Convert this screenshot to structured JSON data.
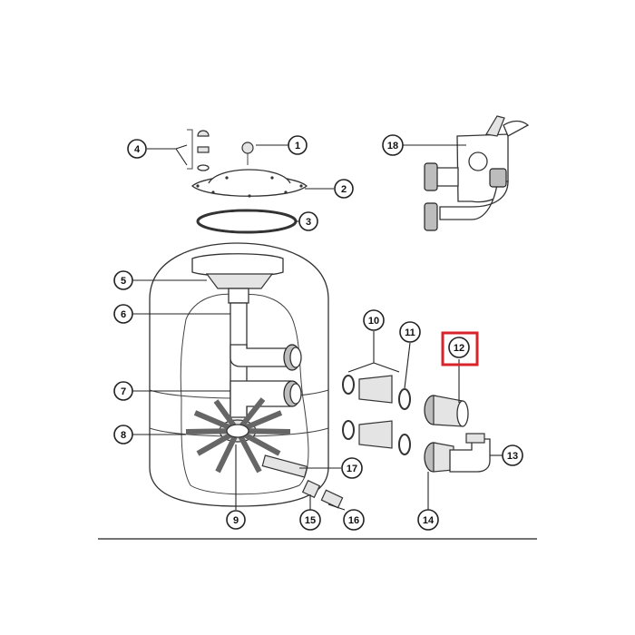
{
  "callouts": [
    {
      "id": "c1",
      "label": "1"
    },
    {
      "id": "c2",
      "label": "2"
    },
    {
      "id": "c3",
      "label": "3"
    },
    {
      "id": "c4",
      "label": "4"
    },
    {
      "id": "c5",
      "label": "5"
    },
    {
      "id": "c6",
      "label": "6"
    },
    {
      "id": "c7",
      "label": "7"
    },
    {
      "id": "c8",
      "label": "8"
    },
    {
      "id": "c9",
      "label": "9"
    },
    {
      "id": "c10",
      "label": "10"
    },
    {
      "id": "c11",
      "label": "11"
    },
    {
      "id": "c12",
      "label": "12"
    },
    {
      "id": "c13",
      "label": "13"
    },
    {
      "id": "c14",
      "label": "14"
    },
    {
      "id": "c15",
      "label": "15"
    },
    {
      "id": "c16",
      "label": "16"
    },
    {
      "id": "c17",
      "label": "17"
    },
    {
      "id": "c18",
      "label": "18"
    }
  ],
  "highlight": {
    "label": "12",
    "color": "#d9232a"
  },
  "colors": {
    "line": "#222222",
    "background": "#ffffff"
  }
}
